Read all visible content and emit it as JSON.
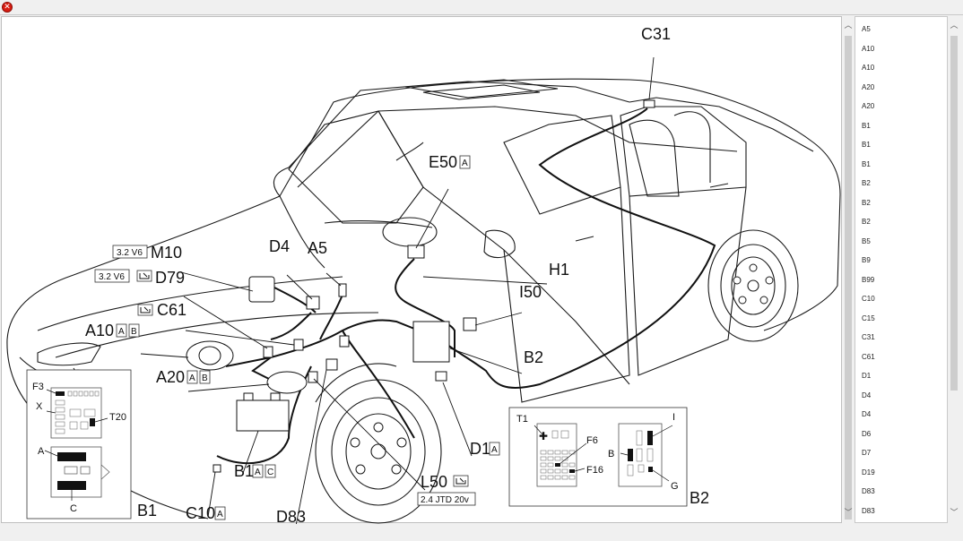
{
  "window": {
    "close_glyph": "✕"
  },
  "diagram": {
    "labels": {
      "C31": "C31",
      "E50": "E50",
      "E50_tag": "A",
      "M10": "M10",
      "M10_tag": "3.2 V6",
      "D79": "D79",
      "D79_tag": "3.2 V6",
      "D4": "D4",
      "A5": "A5",
      "H1": "H1",
      "I50": "I50",
      "C61": "C61",
      "A10": "A10",
      "A10_tag1": "A",
      "A10_tag2": "B",
      "A20": "A20",
      "A20_tag1": "A",
      "A20_tag2": "B",
      "B2": "B2",
      "D1": "D1",
      "D1_tag": "A",
      "B1": "B1",
      "B1_tag1": "A",
      "B1_tag2": "C",
      "C10": "C10",
      "C10_tag": "A",
      "D83": "D83",
      "L50": "L50",
      "L50_tag": "2.4  JTD  20v"
    },
    "inset_b1": {
      "title": "B1",
      "F3": "F3",
      "X": "X",
      "T20": "T20",
      "A": "A",
      "C": "C"
    },
    "inset_b2": {
      "title": "B2",
      "T1": "T1",
      "F6": "F6",
      "F16": "F16",
      "B": "B",
      "I": "I",
      "G": "G"
    }
  },
  "component_list": [
    "A5",
    "A10",
    "A10",
    "A20",
    "A20",
    "B1",
    "B1",
    "B1",
    "B2",
    "B2",
    "B2",
    "B5",
    "B9",
    "B99",
    "C10",
    "C15",
    "C31",
    "C61",
    "D1",
    "D4",
    "D4",
    "D6",
    "D7",
    "D19",
    "D83",
    "D83"
  ],
  "colors": {
    "close": "#d81d12",
    "line": "#1a1a1a",
    "scroll_thumb": "#cdcdcd"
  }
}
